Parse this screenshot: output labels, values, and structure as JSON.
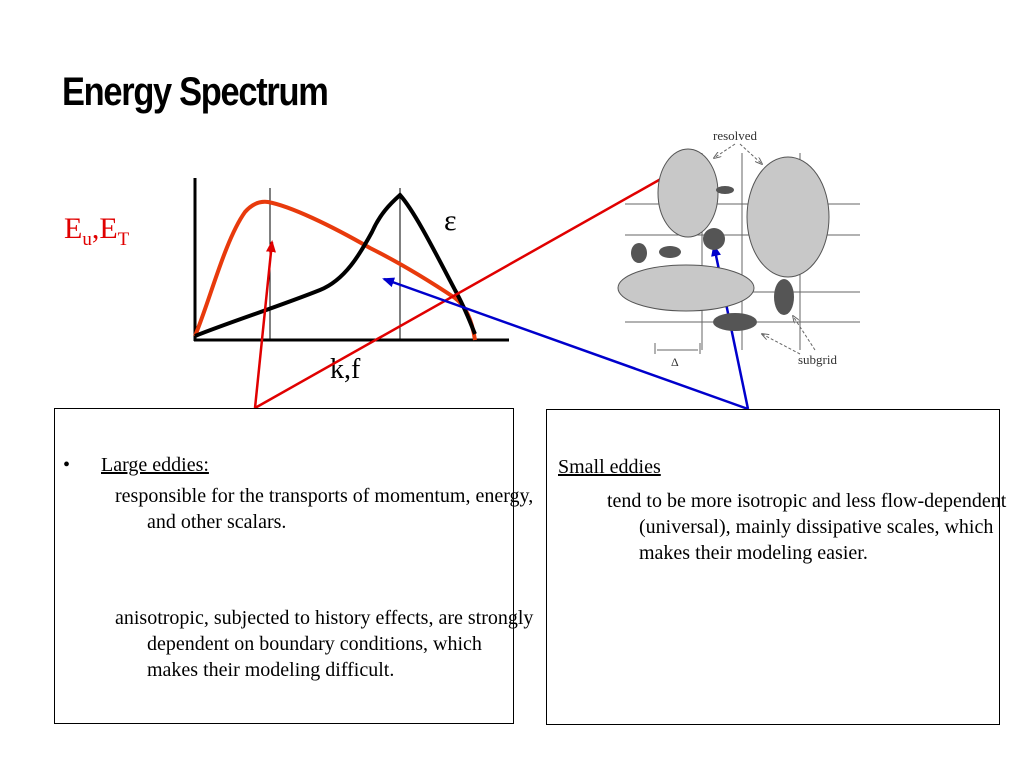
{
  "slide": {
    "title": "Energy Spectrum"
  },
  "spectrum": {
    "ylabel_main": "E",
    "ylabel_sub1": "u",
    "ylabel_sep": ",E",
    "ylabel_sub2": "T",
    "xlabel": "k,f",
    "epsilon": "ε",
    "colors": {
      "energy_curve": "#e83a0c",
      "dissipation_curve": "#000000",
      "large_arrow": "#e00000",
      "small_arrow": "#0000cc"
    }
  },
  "eddy_figure": {
    "label_resolved": "resolved",
    "label_subgrid": "subgrid",
    "label_delta": "Δ"
  },
  "large_eddies": {
    "bullet": "•",
    "heading": "Large eddies:",
    "point1": "responsible for the transports of momentum, energy, and other scalars.",
    "point2": "anisotropic, subjected to history effects, are strongly dependent on boundary conditions, which makes their modeling difficult."
  },
  "small_eddies": {
    "heading": "Small eddies",
    "point1": "tend to be more isotropic and less flow-dependent (universal), mainly dissipative scales, which makes their modeling easier."
  }
}
